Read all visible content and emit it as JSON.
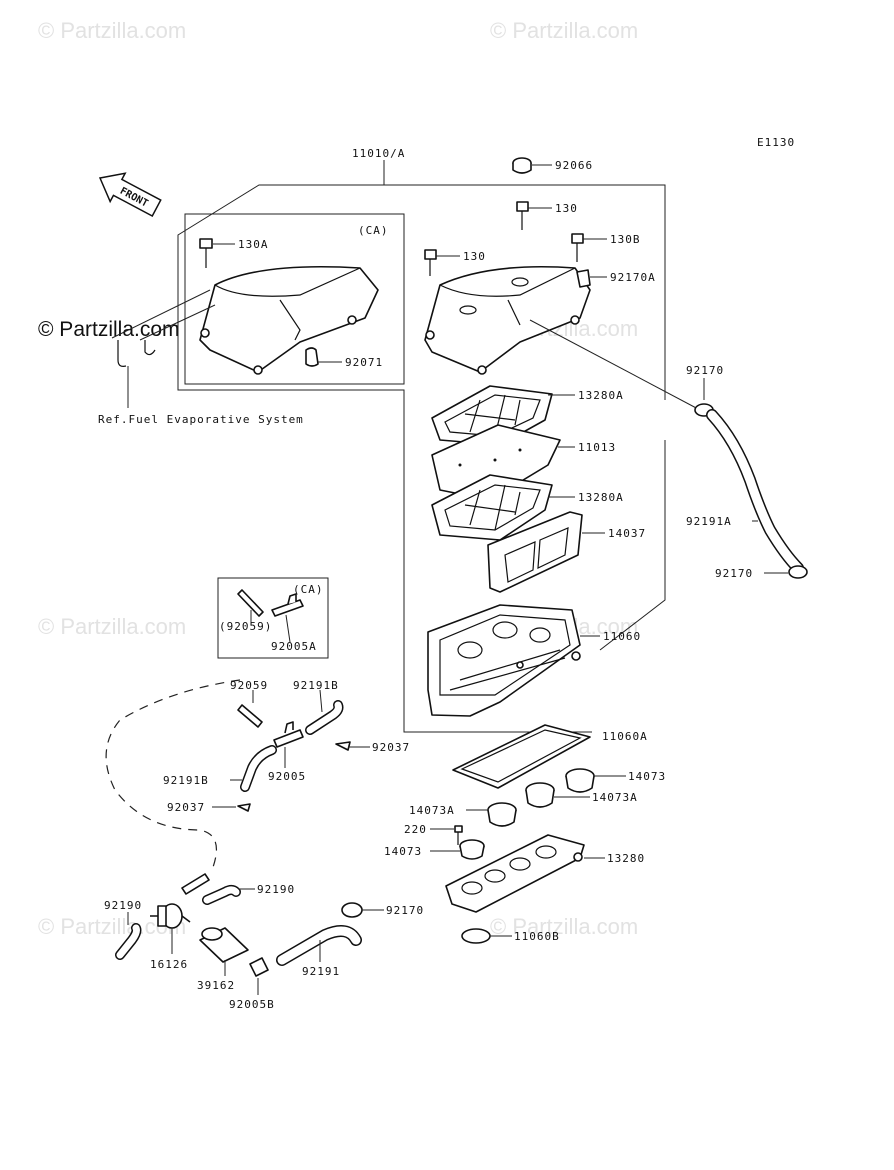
{
  "watermarks": {
    "top_left": "© Partzilla.com",
    "top_right": "© Partzilla.com",
    "mid_right": "© Partzilla.com",
    "left_bold": "© Partzilla.com",
    "lower_left": "© Partzilla.com",
    "lower_right": "© Partzilla.com",
    "bottom_left": "© Partzilla.com",
    "bottom_right": "© Partzilla.com"
  },
  "diagram_code": "E1130",
  "front_label": "FRONT",
  "ref_note": "Ref.Fuel Evaporative System",
  "ca_label_top": "(CA)",
  "ca_label_box": "(CA)",
  "labels": {
    "p11010A": "11010/A",
    "p92066": "92066",
    "p130_top": "130",
    "p130A": "130A",
    "p130_mid": "130",
    "p130B": "130B",
    "p92170A": "92170A",
    "p92071": "92071",
    "p92170_top": "92170",
    "p13280A_1": "13280A",
    "p11013": "11013",
    "p13280A_2": "13280A",
    "p14037": "14037",
    "p92191A": "92191A",
    "p92170_mid": "92170",
    "p92059_box": "(92059)",
    "p92005A": "92005A",
    "p11060": "11060",
    "p92059": "92059",
    "p92191B_top": "92191B",
    "p92037_right": "92037",
    "p92191B_left": "92191B",
    "p92005": "92005",
    "p92037_left": "92037",
    "p11060A": "11060A",
    "p14073_top": "14073",
    "p14073A_right": "14073A",
    "p14073A_left": "14073A",
    "p220": "220",
    "p14073_left": "14073",
    "p13280": "13280",
    "p92190_right": "92190",
    "p92190_left": "92190",
    "p16126": "16126",
    "p39162": "39162",
    "p92005B": "92005B",
    "p92170_bottom": "92170",
    "p92191": "92191",
    "p11060B": "11060B"
  }
}
